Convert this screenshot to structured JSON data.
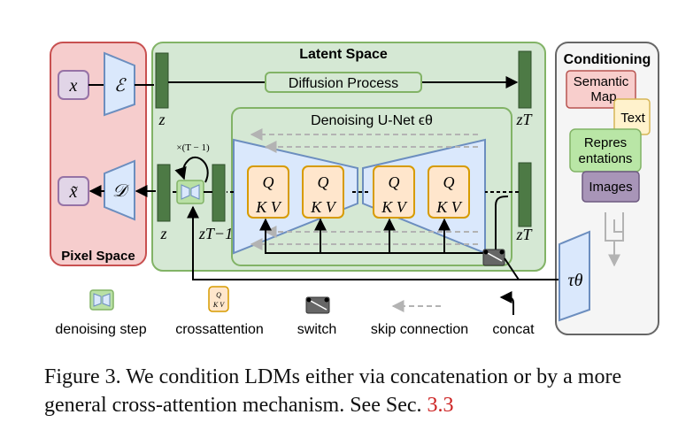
{
  "regions": {
    "pixel_space": "Pixel Space",
    "latent_space": "Latent Space",
    "conditioning": "Conditioning",
    "unet": "Denoising U-Net ϵθ"
  },
  "pixel": {
    "x": "x",
    "encoder": "ℰ",
    "x_tilde": "x̃",
    "decoder": "𝒟"
  },
  "latent": {
    "z": "z",
    "z_T": "zT",
    "z_bottom": "z",
    "z_T_minus_1": "zT−1",
    "z_T_right": "zT",
    "repeat_label": "×(T − 1)",
    "diffusion_process": "Diffusion Process",
    "attn_q": "Q",
    "attn_kv": "K V"
  },
  "conditioning": {
    "semantic_map": "Semantic Map",
    "text": "Text",
    "representations": "Repres entations",
    "images": "Images",
    "tau": "τθ"
  },
  "legend": {
    "denoising_step": "denoising step",
    "crossattention": "crossattention",
    "switch": "switch",
    "skip_connection": "skip connection",
    "concat": "concat"
  },
  "caption": {
    "text": "Figure 3.   We condition LDMs either via concatenation or by a more general cross-attention mechanism. See Sec.",
    "ref": "3.3"
  },
  "colors": {
    "pixel_fill": "#f6cdcd",
    "pixel_stroke": "#c85050",
    "latent_fill": "#d5e8d4",
    "latent_stroke": "#82b366",
    "dark_bar": "#4d7a45",
    "blue": "#dae8fc",
    "blue_stroke": "#6c8ebf",
    "purple": "#e1d5e7",
    "purple_stroke": "#9673a6",
    "yellow": "#ffe6cc",
    "yellow_stroke": "#d79b00",
    "cond_fill": "#f5f5f5",
    "cond_stroke": "#666666",
    "red_box": "#f8cecc",
    "text_box": "#fff2cc",
    "rep_box": "#b9e6a6",
    "img_box": "#a895b8"
  }
}
